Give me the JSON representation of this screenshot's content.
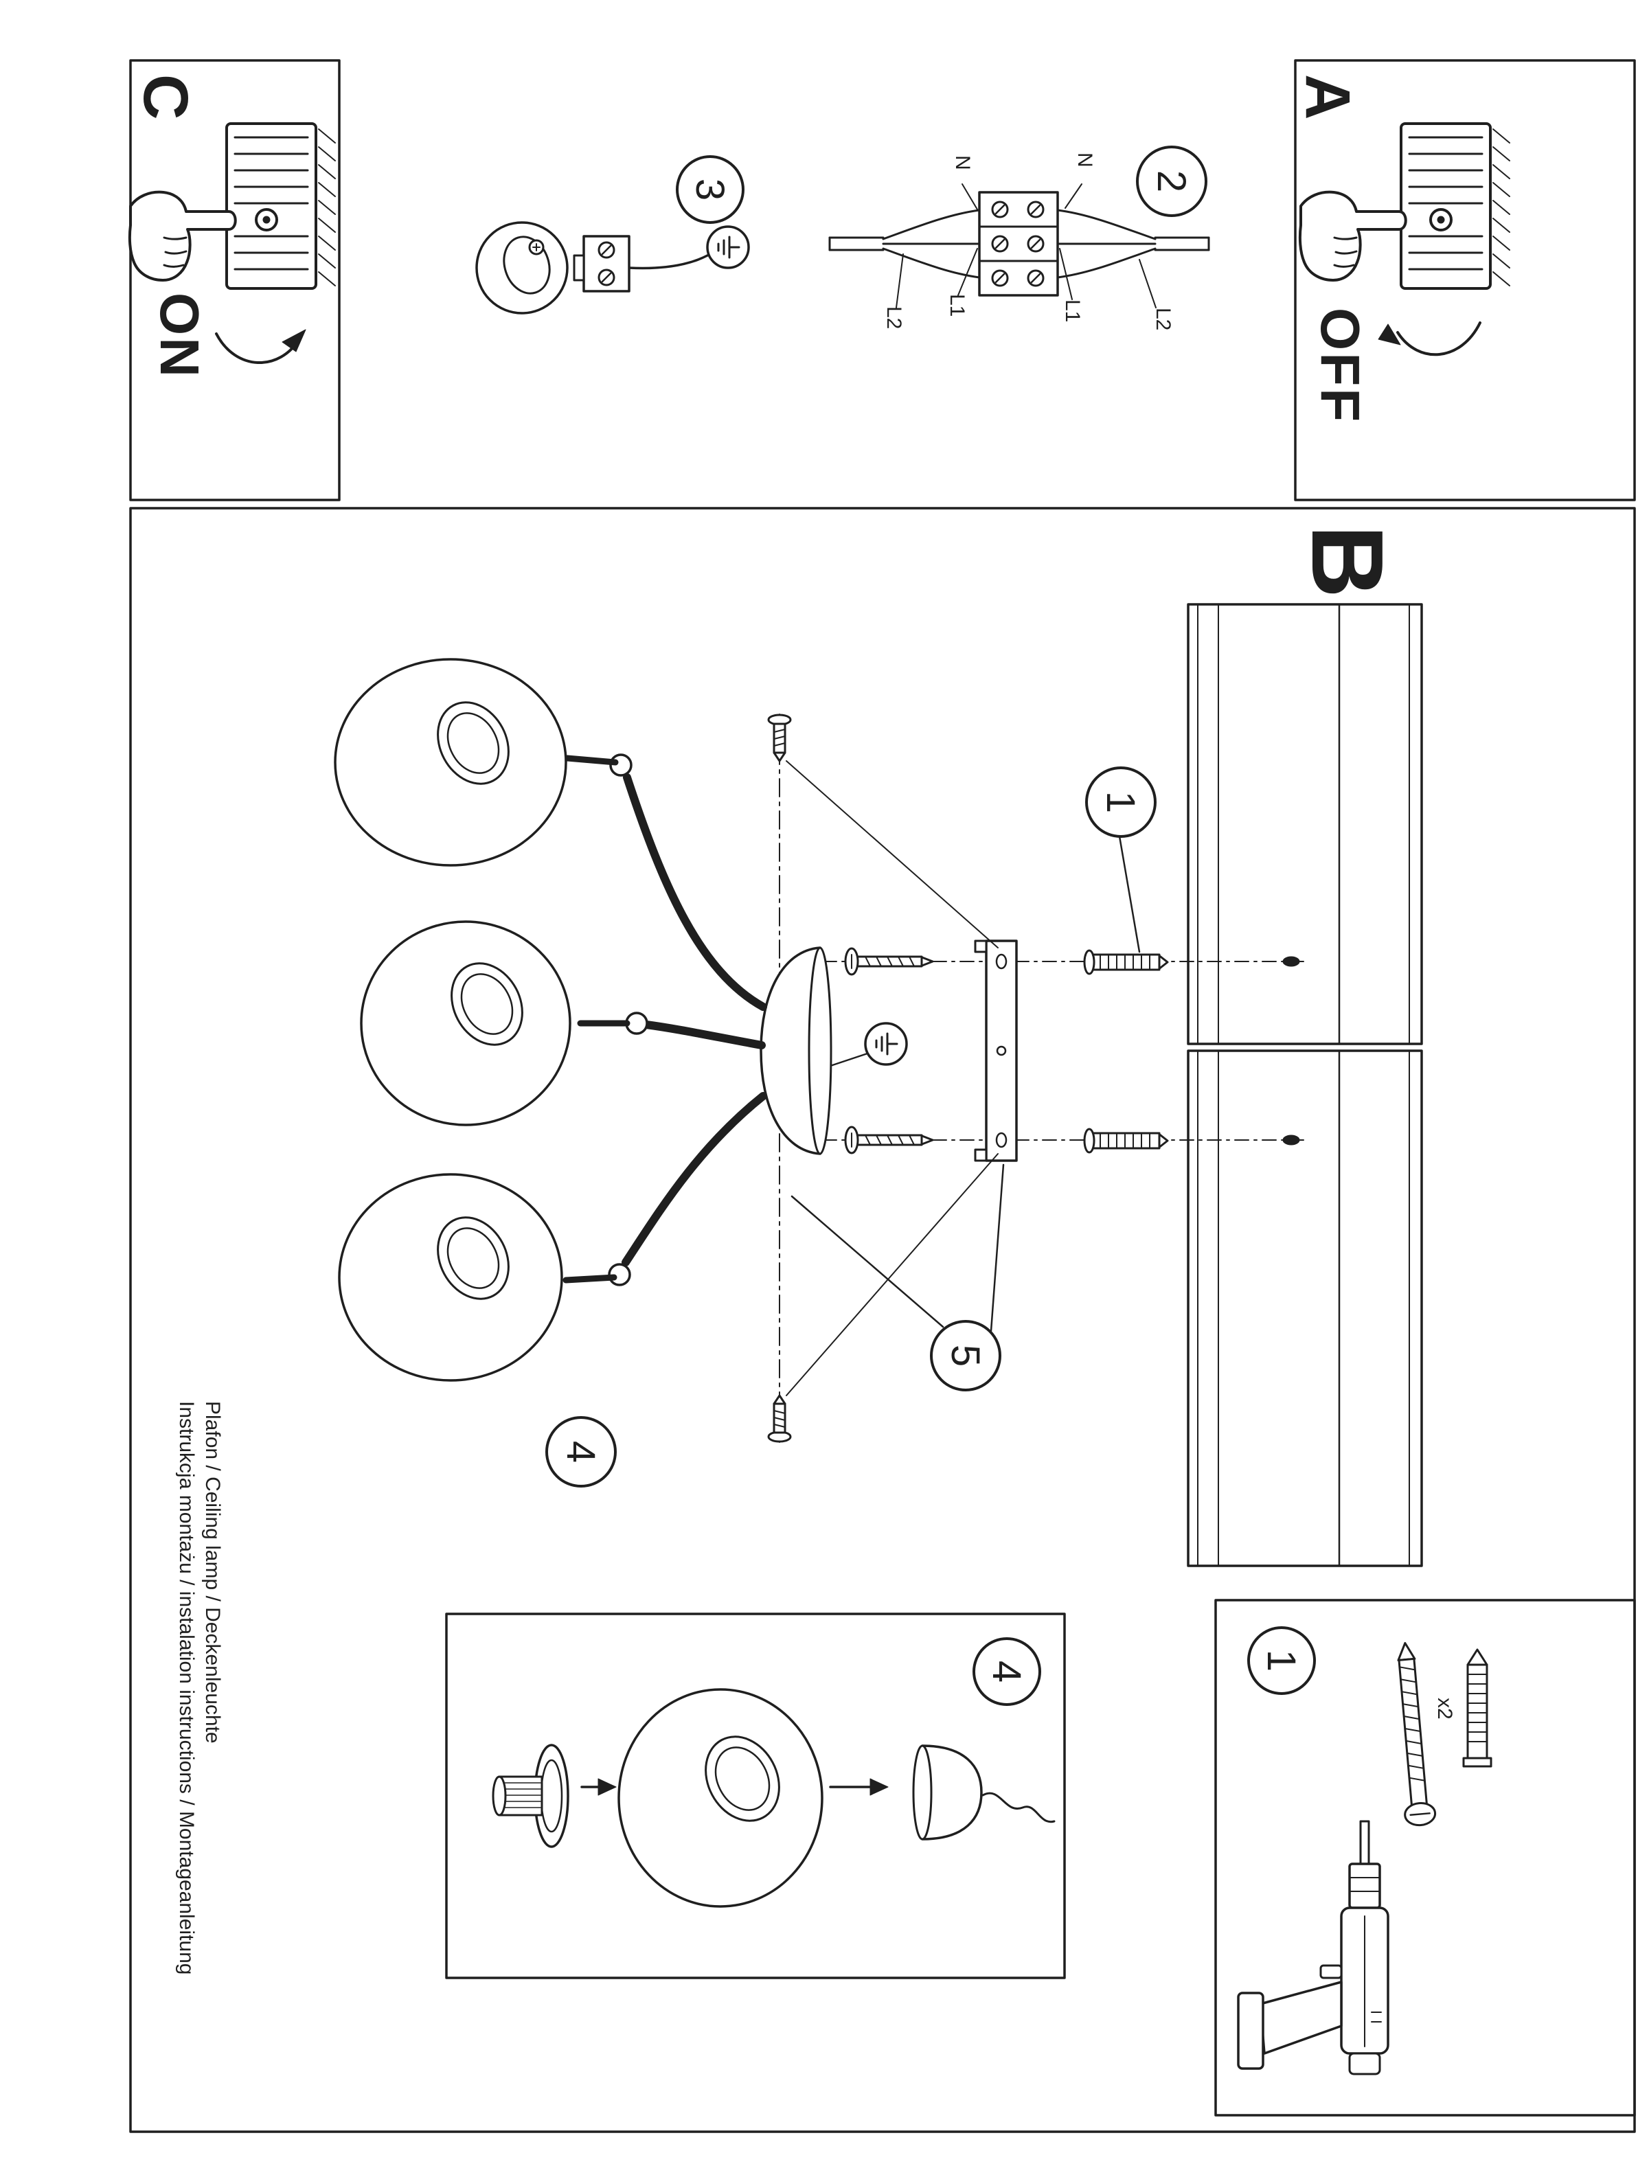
{
  "panels": {
    "a": {
      "label": "A",
      "state": "OFF"
    },
    "b": {
      "label": "B"
    },
    "c": {
      "label": "C",
      "state": "ON"
    }
  },
  "callouts": {
    "anchors": "1",
    "wiring": "2",
    "holder": "3",
    "shade": "4",
    "canopy": "5"
  },
  "inset_boxes": {
    "shade_step": "4",
    "tools_step": "1",
    "tools_qty": "x2"
  },
  "wiring": {
    "top": [
      "N",
      "L1",
      "L2"
    ],
    "bottom": [
      "N",
      "L1",
      "L2"
    ]
  },
  "title": {
    "line1": "Plafon / Ceiling lamp / Deckenleuchte",
    "line2": "Instrukcja montażu / instalation instructions / Montageanleitung"
  }
}
